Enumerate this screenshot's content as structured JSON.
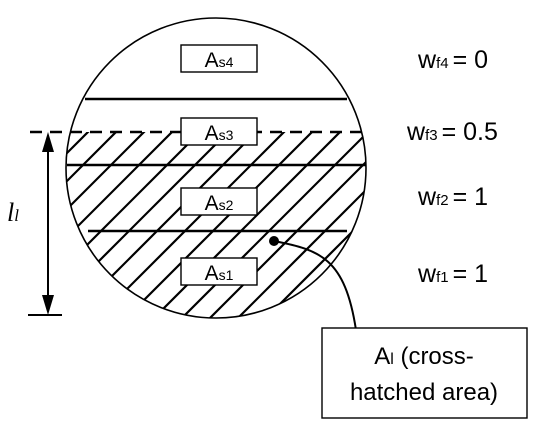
{
  "segments": [
    {
      "main": "A",
      "sub": "s4",
      "weight": "w",
      "weight_sub": "f4",
      "weight_value": "= 0"
    },
    {
      "main": "A",
      "sub": "s3",
      "weight": "w",
      "weight_sub": "f3",
      "weight_value": "= 0.5"
    },
    {
      "main": "A",
      "sub": "s2",
      "weight": "w",
      "weight_sub": "f2",
      "weight_value": "= 1"
    },
    {
      "main": "A",
      "sub": "s1",
      "weight": "w",
      "weight_sub": "f1",
      "weight_value": "= 1"
    }
  ],
  "level_label": {
    "main": "l",
    "sub": "l"
  },
  "callout": {
    "main": "A",
    "sub": "l",
    "line1_rest": " (cross-",
    "line2": "hatched area)"
  }
}
